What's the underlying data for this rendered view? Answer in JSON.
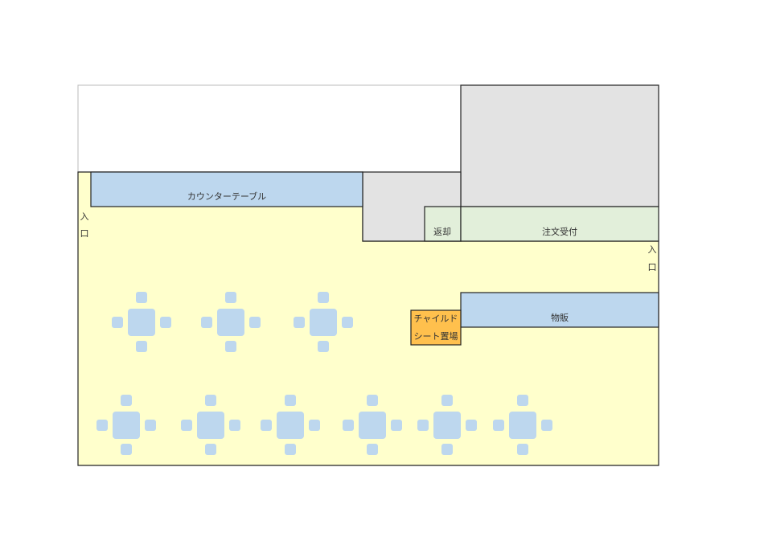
{
  "colors": {
    "floor": "#ffffcc",
    "counter": "#bdd7ee",
    "gray_area": "#e3e3e3",
    "order_area": "#e2efda",
    "child_seat": "#ffc04d",
    "table": "#bdd7ee",
    "outline": "#222222"
  },
  "labels": {
    "counter_table": "カウンターテーブル",
    "return": "返却",
    "order_reception": "注文受付",
    "merchandise": "物販",
    "child_seat_line1": "チャイルド",
    "child_seat_line2": "シート置場",
    "entrance_left_1": "入",
    "entrance_left_2": "口",
    "entrance_right_1": "入",
    "entrance_right_2": "口"
  },
  "tables": {
    "row1_count": 3,
    "row2_count": 6
  }
}
